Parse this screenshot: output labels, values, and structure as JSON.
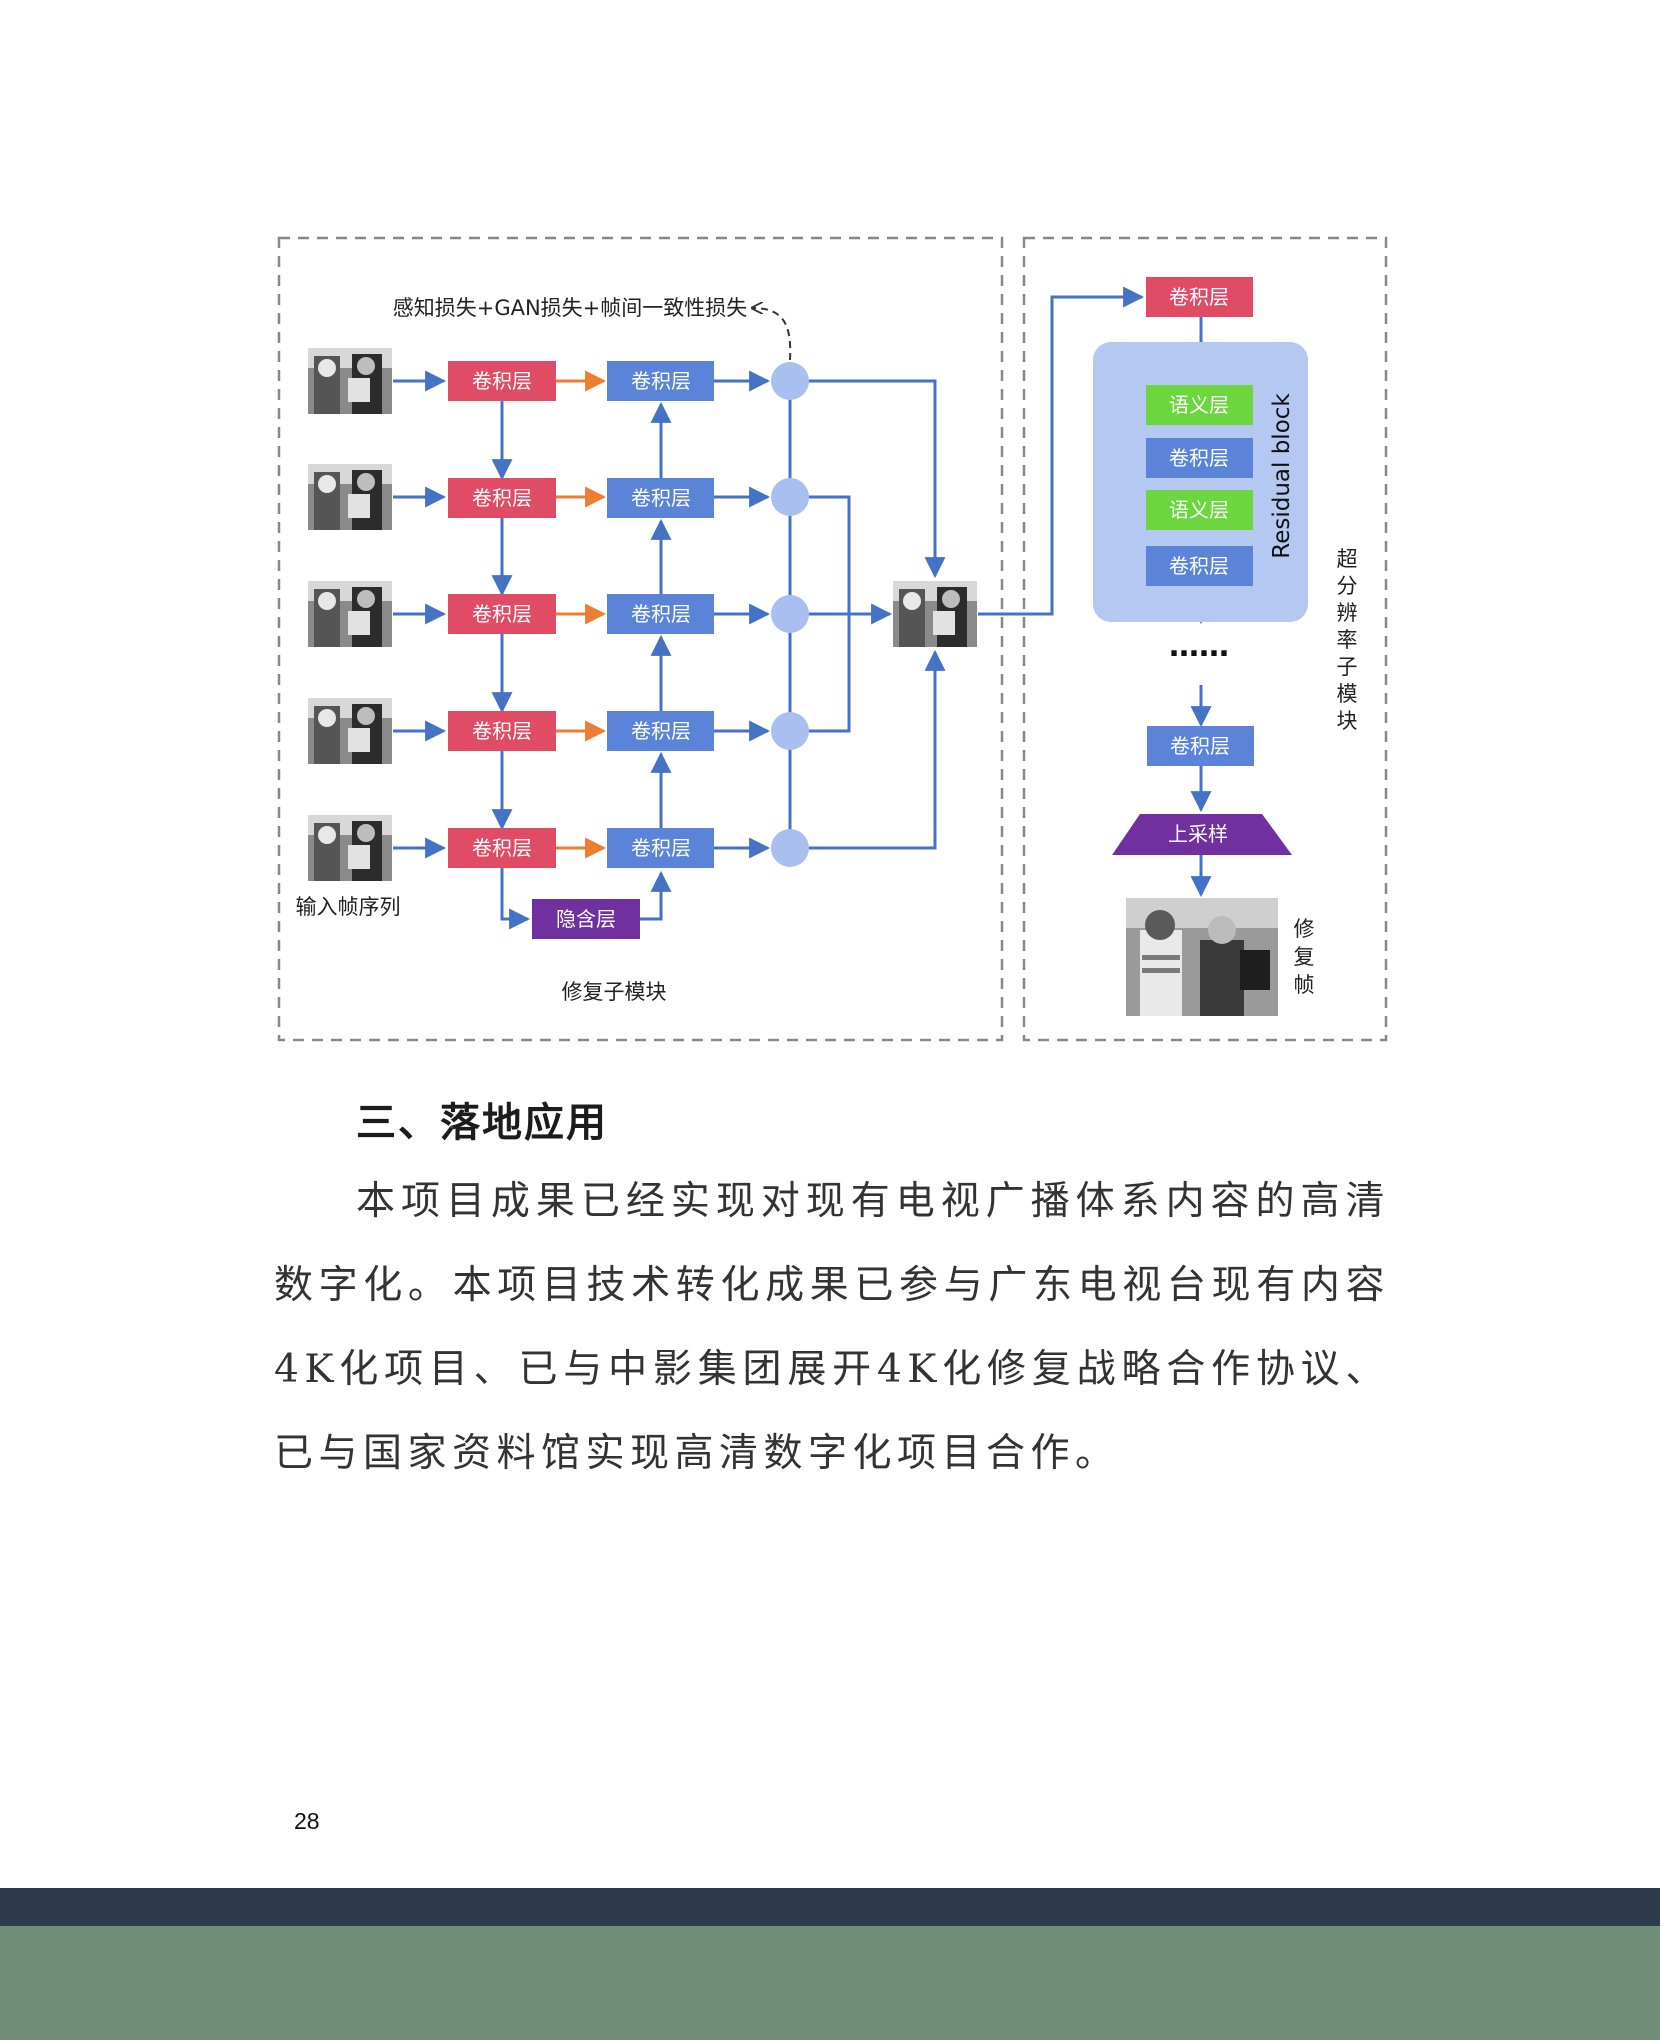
{
  "diagram": {
    "loss_label": "感知损失+GAN损失+帧间一致性损失",
    "input_label": "输入帧序列",
    "repair_module_label": "修复子模块",
    "conv_label": "卷积层",
    "hidden_label": "隐含层",
    "semantic_label": "语义层",
    "residual_label": "Residual block",
    "ellipsis": "……",
    "upsample_label": "上采样",
    "sr_module_label": "超分辨率子模块",
    "repaired_frame_label": "修复帧",
    "colors": {
      "conv_red": "#e04b66",
      "conv_blue": "#5b84d8",
      "semantic_green": "#6cd63e",
      "hidden_purple": "#7030a0",
      "node_circle": "#a9bff0",
      "residual_bg": "#b4c8f2",
      "arrow_blue": "#4472c4",
      "arrow_orange": "#ed7d31"
    }
  },
  "section": {
    "heading": "三、落地应用",
    "paragraph": "本项目成果已经实现对现有电视广播体系内容的高清数字化。本项目技术转化成果已参与广东电视台现有内容4K化项目、已与中影集团展开4K化修复战略合作协议、已与国家资料馆实现高清数字化项目合作。"
  },
  "page": {
    "number": "28"
  }
}
